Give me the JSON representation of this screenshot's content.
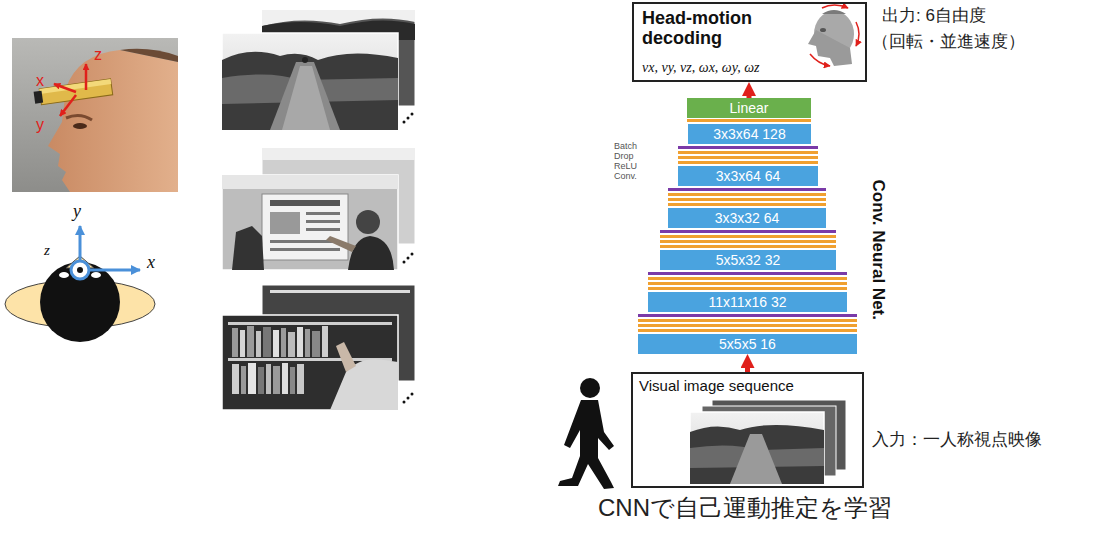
{
  "diagram": {
    "nodes": [
      {
        "text": [
          "Head-motion decoding",
          "vx, vy, vz, ωx, ωy, ωz"
        ]
      },
      {
        "text": [
          "Linear"
        ]
      },
      {
        "text": [
          "3x3x64 128"
        ]
      },
      {
        "text": [
          "3x3x64 64"
        ]
      },
      {
        "text": [
          "3x3x32 64"
        ]
      },
      {
        "text": [
          "5x5x32 32"
        ]
      },
      {
        "text": [
          "11x11x16 32"
        ]
      },
      {
        "text": [
          "5x5x5 16"
        ]
      },
      {
        "text": [
          "Visual image sequence"
        ]
      }
    ],
    "edges": [
      {
        "from": 8,
        "to": 7,
        "arrow": "to"
      },
      {
        "from": 1,
        "to": 0,
        "arrow": "to"
      }
    ],
    "labels": [
      "z",
      "x",
      "y",
      "y",
      "z",
      "x",
      "出力: 6自由度",
      "（回転・並進速度）",
      "Batch",
      "Drop",
      "ReLU",
      "Conv.",
      "Conv. Neural Net.",
      "入力：一人称視点映像",
      "CNNで自己運動推定を学習"
    ]
  }
}
